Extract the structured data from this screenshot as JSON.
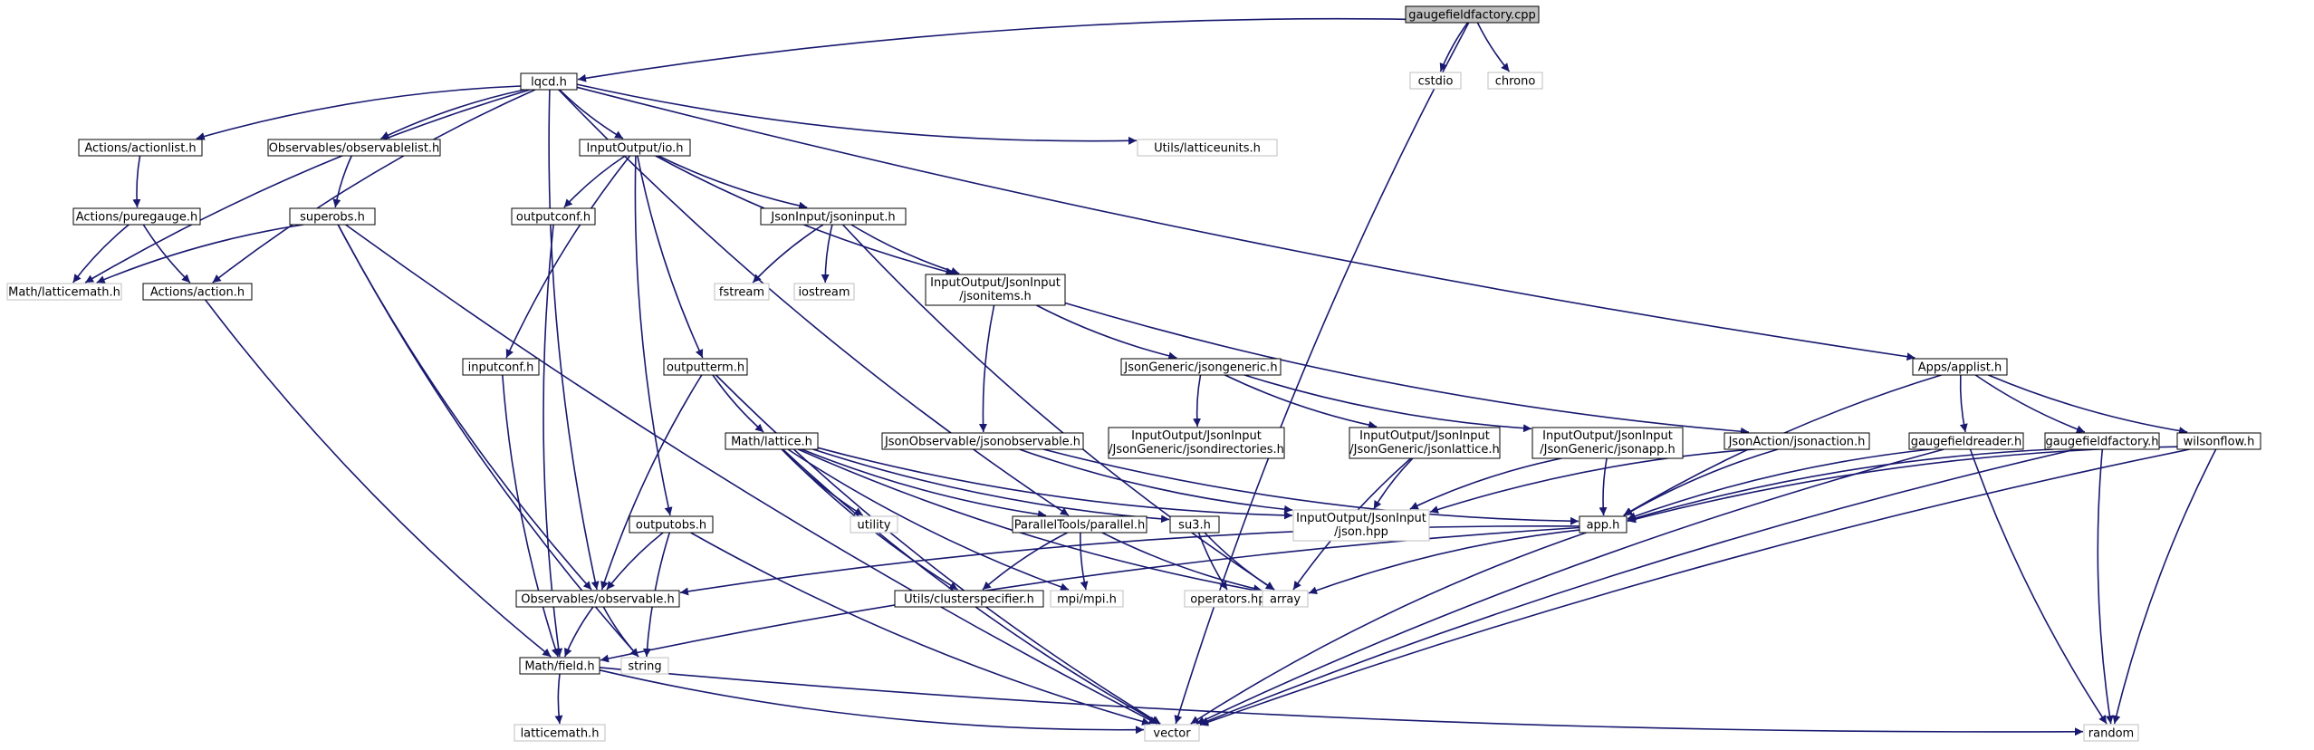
{
  "graph": {
    "colors": {
      "edge": "#191970",
      "root_fill": "#bfbfbf",
      "node_border": "#000000",
      "ext_border": "#bfbfbf",
      "text": "#000000"
    },
    "nodes": [
      {
        "id": "root",
        "label": "gaugefieldfactory.cpp"
      },
      {
        "id": "cstdio",
        "label": "cstdio"
      },
      {
        "id": "chrono",
        "label": "chrono"
      },
      {
        "id": "lqcd",
        "label": "lqcd.h"
      },
      {
        "id": "actionlist",
        "label": "Actions/actionlist.h"
      },
      {
        "id": "observablelist",
        "label": "Observables/observablelist.h"
      },
      {
        "id": "io",
        "label": "InputOutput/io.h"
      },
      {
        "id": "latticeunits",
        "label": "Utils/latticeunits.h"
      },
      {
        "id": "puregauge",
        "label": "Actions/puregauge.h"
      },
      {
        "id": "superobs",
        "label": "superobs.h"
      },
      {
        "id": "outputconf",
        "label": "outputconf.h"
      },
      {
        "id": "jsoninput",
        "label": "JsonInput/jsoninput.h"
      },
      {
        "id": "latticemathcap",
        "label": "Math/latticemath.h"
      },
      {
        "id": "action",
        "label": "Actions/action.h"
      },
      {
        "id": "fstream",
        "label": "fstream"
      },
      {
        "id": "iostream",
        "label": "iostream"
      },
      {
        "id": "jsonitems",
        "label": [
          "InputOutput/JsonInput",
          "/jsonitems.h"
        ]
      },
      {
        "id": "inputconf",
        "label": "inputconf.h"
      },
      {
        "id": "outputterm",
        "label": "outputterm.h"
      },
      {
        "id": "jsongeneric",
        "label": "JsonGeneric/jsongeneric.h"
      },
      {
        "id": "applist",
        "label": "Apps/applist.h"
      },
      {
        "id": "mathlattice",
        "label": "Math/lattice.h"
      },
      {
        "id": "jsonobservable",
        "label": "JsonObservable/jsonobservable.h"
      },
      {
        "id": "jsondirectories",
        "label": [
          "InputOutput/JsonInput",
          "/JsonGeneric/jsondirectories.h"
        ]
      },
      {
        "id": "jsonlattice",
        "label": [
          "InputOutput/JsonInput",
          "/JsonGeneric/jsonlattice.h"
        ]
      },
      {
        "id": "jsonapp",
        "label": [
          "InputOutput/JsonInput",
          "/JsonGeneric/jsonapp.h"
        ]
      },
      {
        "id": "jsonaction",
        "label": "JsonAction/jsonaction.h"
      },
      {
        "id": "gaugefieldreader",
        "label": "gaugefieldreader.h"
      },
      {
        "id": "gaugefieldfactoryh",
        "label": "gaugefieldfactory.h"
      },
      {
        "id": "wilsonflow",
        "label": "wilsonflow.h"
      },
      {
        "id": "jsonhpp",
        "label": [
          "InputOutput/JsonInput",
          "/json.hpp"
        ]
      },
      {
        "id": "app",
        "label": "app.h"
      },
      {
        "id": "utility",
        "label": "utility"
      },
      {
        "id": "parallel",
        "label": "ParallelTools/parallel.h"
      },
      {
        "id": "su3",
        "label": "su3.h"
      },
      {
        "id": "outputobs",
        "label": "outputobs.h"
      },
      {
        "id": "observable",
        "label": "Observables/observable.h"
      },
      {
        "id": "clusterspecifier",
        "label": "Utils/clusterspecifier.h"
      },
      {
        "id": "mpi",
        "label": "mpi/mpi.h"
      },
      {
        "id": "operators",
        "label": "operators.hpp"
      },
      {
        "id": "array",
        "label": "array"
      },
      {
        "id": "mathfield",
        "label": "Math/field.h"
      },
      {
        "id": "string",
        "label": "string"
      },
      {
        "id": "latticemathlower",
        "label": "latticemath.h"
      },
      {
        "id": "vector",
        "label": "vector"
      },
      {
        "id": "random",
        "label": "random"
      }
    ],
    "edges": [
      [
        "root",
        "lqcd"
      ],
      [
        "root",
        "cstdio"
      ],
      [
        "root",
        "chrono"
      ],
      [
        "root",
        "vector"
      ],
      [
        "lqcd",
        "actionlist"
      ],
      [
        "lqcd",
        "observablelist"
      ],
      [
        "lqcd",
        "io"
      ],
      [
        "lqcd",
        "latticeunits"
      ],
      [
        "lqcd",
        "applist"
      ],
      [
        "lqcd",
        "latticemathcap"
      ],
      [
        "lqcd",
        "action"
      ],
      [
        "lqcd",
        "observable"
      ],
      [
        "lqcd",
        "parallel"
      ],
      [
        "actionlist",
        "puregauge"
      ],
      [
        "puregauge",
        "latticemathcap"
      ],
      [
        "puregauge",
        "action"
      ],
      [
        "observablelist",
        "superobs"
      ],
      [
        "superobs",
        "latticemathcap"
      ],
      [
        "superobs",
        "observable"
      ],
      [
        "superobs",
        "string"
      ],
      [
        "superobs",
        "vector"
      ],
      [
        "action",
        "mathfield"
      ],
      [
        "io",
        "outputconf"
      ],
      [
        "io",
        "jsoninput"
      ],
      [
        "io",
        "jsonitems"
      ],
      [
        "io",
        "inputconf"
      ],
      [
        "io",
        "outputterm"
      ],
      [
        "io",
        "outputobs"
      ],
      [
        "outputconf",
        "mathfield"
      ],
      [
        "inputconf",
        "mathfield"
      ],
      [
        "jsoninput",
        "fstream"
      ],
      [
        "jsoninput",
        "iostream"
      ],
      [
        "jsoninput",
        "jsonitems"
      ],
      [
        "jsoninput",
        "array"
      ],
      [
        "jsonitems",
        "jsongeneric"
      ],
      [
        "jsonitems",
        "jsonobservable"
      ],
      [
        "jsonitems",
        "jsonaction"
      ],
      [
        "jsongeneric",
        "jsondirectories"
      ],
      [
        "jsongeneric",
        "jsonlattice"
      ],
      [
        "jsongeneric",
        "jsonapp"
      ],
      [
        "jsonlattice",
        "jsonhpp"
      ],
      [
        "jsonlattice",
        "array"
      ],
      [
        "jsonapp",
        "jsonhpp"
      ],
      [
        "jsonapp",
        "app"
      ],
      [
        "jsonaction",
        "jsonhpp"
      ],
      [
        "jsonaction",
        "app"
      ],
      [
        "jsonobservable",
        "jsonhpp"
      ],
      [
        "jsonobservable",
        "app"
      ],
      [
        "outputterm",
        "mathlattice"
      ],
      [
        "outputterm",
        "observable"
      ],
      [
        "outputterm",
        "vector"
      ],
      [
        "mathlattice",
        "utility"
      ],
      [
        "mathlattice",
        "parallel"
      ],
      [
        "mathlattice",
        "su3"
      ],
      [
        "mathlattice",
        "clusterspecifier"
      ],
      [
        "mathlattice",
        "mpi"
      ],
      [
        "mathlattice",
        "array"
      ],
      [
        "mathlattice",
        "vector"
      ],
      [
        "mathlattice",
        "jsonhpp"
      ],
      [
        "parallel",
        "clusterspecifier"
      ],
      [
        "parallel",
        "mpi"
      ],
      [
        "parallel",
        "array"
      ],
      [
        "su3",
        "operators"
      ],
      [
        "su3",
        "array"
      ],
      [
        "outputobs",
        "observable"
      ],
      [
        "outputobs",
        "string"
      ],
      [
        "outputobs",
        "vector"
      ],
      [
        "observable",
        "mathfield"
      ],
      [
        "observable",
        "string"
      ],
      [
        "mathfield",
        "latticemathlower"
      ],
      [
        "mathfield",
        "vector"
      ],
      [
        "mathfield",
        "random"
      ],
      [
        "applist",
        "app"
      ],
      [
        "applist",
        "gaugefieldreader"
      ],
      [
        "applist",
        "gaugefieldfactoryh"
      ],
      [
        "applist",
        "wilsonflow"
      ],
      [
        "gaugefieldreader",
        "app"
      ],
      [
        "gaugefieldreader",
        "vector"
      ],
      [
        "gaugefieldreader",
        "random"
      ],
      [
        "gaugefieldfactoryh",
        "app"
      ],
      [
        "gaugefieldfactoryh",
        "vector"
      ],
      [
        "gaugefieldfactoryh",
        "random"
      ],
      [
        "wilsonflow",
        "app"
      ],
      [
        "wilsonflow",
        "vector"
      ],
      [
        "wilsonflow",
        "random"
      ],
      [
        "app",
        "observable"
      ],
      [
        "app",
        "array"
      ],
      [
        "app",
        "mathfield"
      ],
      [
        "app",
        "vector"
      ]
    ]
  }
}
